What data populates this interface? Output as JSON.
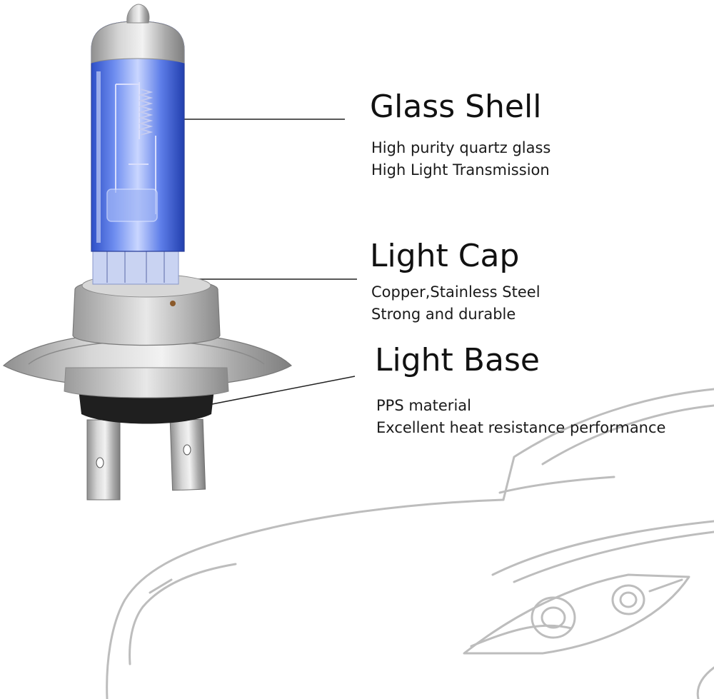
{
  "callouts": [
    {
      "title": "Glass Shell",
      "lines": [
        "High purity quartz glass",
        "High Light Transmission"
      ]
    },
    {
      "title": "Light Cap",
      "lines": [
        "Copper,Stainless Steel",
        "Strong and durable"
      ]
    },
    {
      "title": "Light Base",
      "lines": [
        "PPS material",
        "Excellent heat resistance performance"
      ]
    }
  ],
  "colors": {
    "glass": "#3f61d2",
    "metal": "#b8b8b8",
    "car_outline": "#bdbdbd",
    "leader_line": "#222222",
    "text": "#111111"
  }
}
